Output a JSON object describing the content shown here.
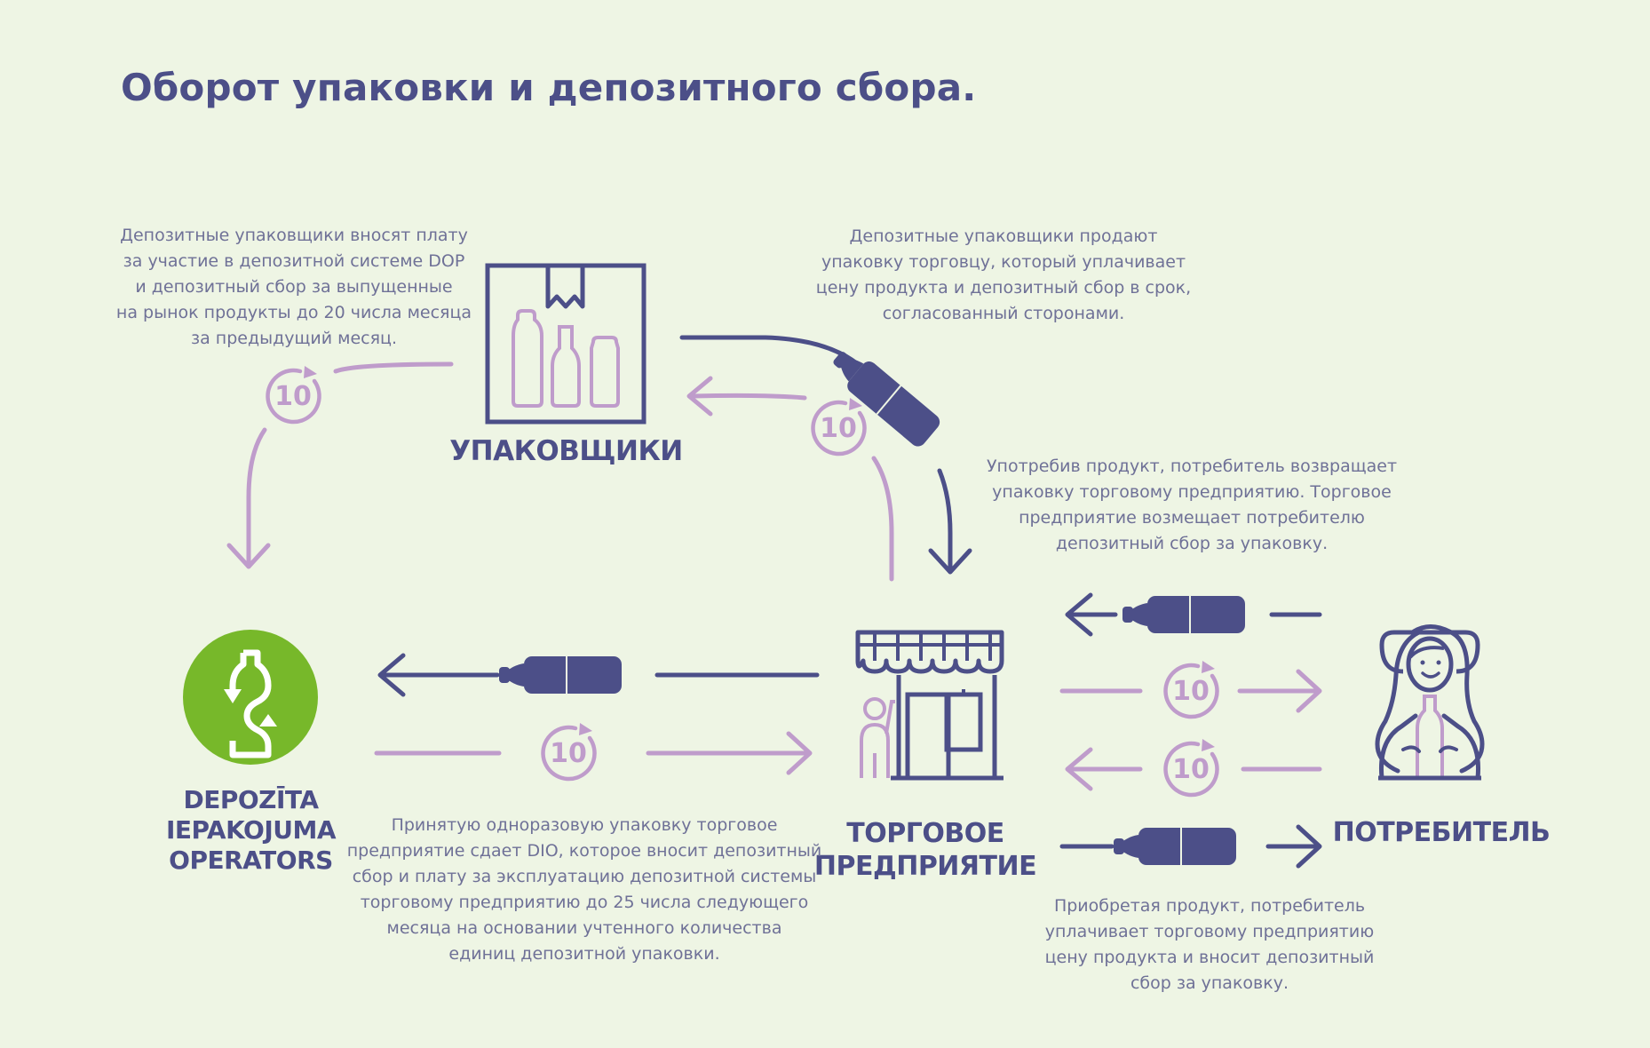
{
  "title": "Оборот упаковки и депозитного сбора.",
  "colors": {
    "background": "#eef5e4",
    "navy": "#4c4f88",
    "lilac": "#bf9ccb",
    "green": "#77b82a",
    "text": "#6f7197"
  },
  "nodes": {
    "packers": {
      "label": "УПАКОВЩИКИ",
      "icon": "box-with-bottles-icon"
    },
    "operator": {
      "label_lines": [
        "DEPOZĪTA",
        "IEPAKOJUMA",
        "OPERATORS"
      ],
      "icon": "recycle-bottle-icon"
    },
    "retailer": {
      "label_lines": [
        "ТОРГОВОЕ",
        "ПРЕДПРИЯТИЕ"
      ],
      "icon": "shop-icon"
    },
    "consumer": {
      "label": "ПОТРЕБИТЕЛЬ",
      "icon": "woman-with-bottle-icon"
    }
  },
  "deposit_badge": "10",
  "descriptions": {
    "packers_to_operator": [
      "Депозитные упаковщики вносят плату",
      "за участие в депозитной системе DOP",
      "и депозитный сбор за выпущенные",
      "на рынок продукты до 20 числа месяца",
      "за предыдущий месяц."
    ],
    "packers_to_retailer": [
      "Депозитные упаковщики продают",
      "упаковку торговцу, который уплачивает",
      "цену продукта и депозитный сбор в срок,",
      "согласованный сторонами."
    ],
    "consumer_returns": [
      "Употребив продукт, потребитель возвращает",
      "упаковку торговому предприятию. Торговое",
      "предприятие возмещает потребителю",
      "депозитный сбор за упаковку."
    ],
    "retailer_to_operator": [
      "Принятую одноразовую упаковку торговое",
      "предприятие сдает DIO, которое вносит депозитный",
      "сбор и плату за эксплуатацию депозитной системы",
      "торговому предприятию до 25 числа следующего",
      "месяца на основании учтенного количества",
      "единиц депозитной упаковки."
    ],
    "consumer_buys": [
      "Приобретая продукт, потребитель",
      "уплачивает торговому предприятию",
      "цену продукта и вносит депозитный",
      "сбор за упаковку."
    ]
  }
}
